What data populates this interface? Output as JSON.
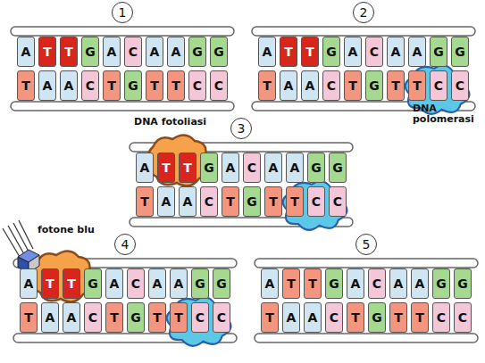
{
  "diagram": {
    "nodes": [
      {
        "text": [
          "1"
        ]
      },
      {
        "text": [
          "A"
        ]
      },
      {
        "text": [
          "T"
        ]
      },
      {
        "text": [
          "T"
        ]
      },
      {
        "text": [
          "G"
        ]
      },
      {
        "text": [
          "A"
        ]
      },
      {
        "text": [
          "C"
        ]
      },
      {
        "text": [
          "A"
        ]
      },
      {
        "text": [
          "A"
        ]
      },
      {
        "text": [
          "G"
        ]
      },
      {
        "text": [
          "G"
        ]
      },
      {
        "text": [
          "T"
        ]
      },
      {
        "text": [
          "A"
        ]
      },
      {
        "text": [
          "A"
        ]
      },
      {
        "text": [
          "C"
        ]
      },
      {
        "text": [
          "T"
        ]
      },
      {
        "text": [
          "G"
        ]
      },
      {
        "text": [
          "T"
        ]
      },
      {
        "text": [
          "T"
        ]
      },
      {
        "text": [
          "C"
        ]
      },
      {
        "text": [
          "C"
        ]
      },
      {
        "text": [
          "2"
        ]
      },
      {
        "text": [
          "A"
        ]
      },
      {
        "text": [
          "T"
        ]
      },
      {
        "text": [
          "T"
        ]
      },
      {
        "text": [
          "G"
        ]
      },
      {
        "text": [
          "A"
        ]
      },
      {
        "text": [
          "C"
        ]
      },
      {
        "text": [
          "A"
        ]
      },
      {
        "text": [
          "A"
        ]
      },
      {
        "text": [
          "G"
        ]
      },
      {
        "text": [
          "G"
        ]
      },
      {
        "text": [
          "T"
        ]
      },
      {
        "text": [
          "A"
        ]
      },
      {
        "text": [
          "A"
        ]
      },
      {
        "text": [
          "C"
        ]
      },
      {
        "text": [
          "T"
        ]
      },
      {
        "text": [
          "G"
        ]
      },
      {
        "text": [
          "T"
        ]
      },
      {
        "text": [
          "T"
        ]
      },
      {
        "text": [
          "C"
        ]
      },
      {
        "text": [
          "C"
        ]
      },
      {
        "text": [
          "3"
        ]
      },
      {
        "text": [
          "A"
        ]
      },
      {
        "text": [
          "T"
        ]
      },
      {
        "text": [
          "T"
        ]
      },
      {
        "text": [
          "G"
        ]
      },
      {
        "text": [
          "A"
        ]
      },
      {
        "text": [
          "C"
        ]
      },
      {
        "text": [
          "A"
        ]
      },
      {
        "text": [
          "A"
        ]
      },
      {
        "text": [
          "G"
        ]
      },
      {
        "text": [
          "G"
        ]
      },
      {
        "text": [
          "T"
        ]
      },
      {
        "text": [
          "A"
        ]
      },
      {
        "text": [
          "A"
        ]
      },
      {
        "text": [
          "C"
        ]
      },
      {
        "text": [
          "T"
        ]
      },
      {
        "text": [
          "G"
        ]
      },
      {
        "text": [
          "T"
        ]
      },
      {
        "text": [
          "T"
        ]
      },
      {
        "text": [
          "C"
        ]
      },
      {
        "text": [
          "C"
        ]
      },
      {
        "text": [
          "4"
        ]
      },
      {
        "text": [
          "A"
        ]
      },
      {
        "text": [
          "T"
        ]
      },
      {
        "text": [
          "T"
        ]
      },
      {
        "text": [
          "G"
        ]
      },
      {
        "text": [
          "A"
        ]
      },
      {
        "text": [
          "C"
        ]
      },
      {
        "text": [
          "A"
        ]
      },
      {
        "text": [
          "A"
        ]
      },
      {
        "text": [
          "G"
        ]
      },
      {
        "text": [
          "G"
        ]
      },
      {
        "text": [
          "T"
        ]
      },
      {
        "text": [
          "A"
        ]
      },
      {
        "text": [
          "A"
        ]
      },
      {
        "text": [
          "C"
        ]
      },
      {
        "text": [
          "T"
        ]
      },
      {
        "text": [
          "G"
        ]
      },
      {
        "text": [
          "T"
        ]
      },
      {
        "text": [
          "T"
        ]
      },
      {
        "text": [
          "C"
        ]
      },
      {
        "text": [
          "C"
        ]
      },
      {
        "text": [
          "5"
        ]
      },
      {
        "text": [
          "A"
        ]
      },
      {
        "text": [
          "T"
        ]
      },
      {
        "text": [
          "T"
        ]
      },
      {
        "text": [
          "G"
        ]
      },
      {
        "text": [
          "A"
        ]
      },
      {
        "text": [
          "C"
        ]
      },
      {
        "text": [
          "A"
        ]
      },
      {
        "text": [
          "A"
        ]
      },
      {
        "text": [
          "G"
        ]
      },
      {
        "text": [
          "G"
        ]
      },
      {
        "text": [
          "T"
        ]
      },
      {
        "text": [
          "A"
        ]
      },
      {
        "text": [
          "A"
        ]
      },
      {
        "text": [
          "C"
        ]
      },
      {
        "text": [
          "T"
        ]
      },
      {
        "text": [
          "G"
        ]
      },
      {
        "text": [
          "T"
        ]
      },
      {
        "text": [
          "T"
        ]
      },
      {
        "text": [
          "C"
        ]
      },
      {
        "text": [
          "C"
        ]
      }
    ],
    "labels": [
      "DNA polomerasi",
      "DNA fotoliasi",
      "fotone blu"
    ]
  }
}
